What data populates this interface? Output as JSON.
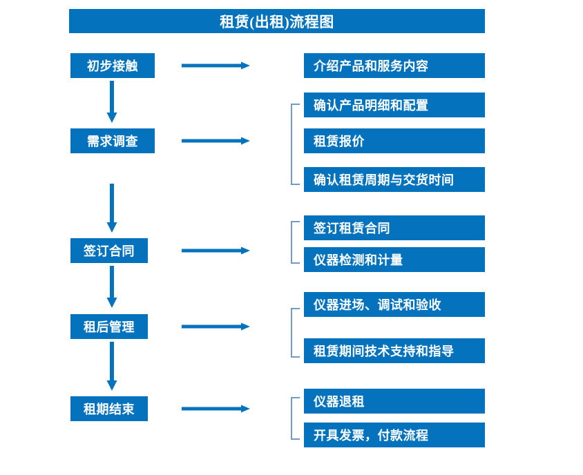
{
  "document": {
    "title": "租赁(出租)流程图",
    "type": "flowchart",
    "colors": {
      "box_fill": "#0572be",
      "box_text": "#ffffff",
      "arrow": "#0572be",
      "bracket": "#6f9bc6",
      "background": "#ffffff"
    }
  },
  "stages": [
    {
      "label": "初步接触"
    },
    {
      "label": "需求调查"
    },
    {
      "label": "签订合同"
    },
    {
      "label": "租后管理"
    },
    {
      "label": "租期结束"
    }
  ],
  "detail_groups": [
    {
      "stage": "初步接触",
      "bracketed": false,
      "items": [
        {
          "label": "介绍产品和服务内容"
        }
      ]
    },
    {
      "stage": "需求调查",
      "bracketed": true,
      "items": [
        {
          "label": "确认产品明细和配置"
        },
        {
          "label": "租赁报价"
        },
        {
          "label": "确认租赁周期与交货时间"
        }
      ]
    },
    {
      "stage": "签订合同",
      "bracketed": true,
      "items": [
        {
          "label": "签订租赁合同"
        },
        {
          "label": "仪器检测和计量"
        }
      ]
    },
    {
      "stage": "租后管理",
      "bracketed": true,
      "items": [
        {
          "label": "仪器进场、调试和验收"
        },
        {
          "label": "租赁期间技术支持和指导"
        }
      ]
    },
    {
      "stage": "租期结束",
      "bracketed": true,
      "items": [
        {
          "label": "仪器退租"
        },
        {
          "label": "开具发票，付款流程"
        }
      ]
    }
  ],
  "connectors": {
    "horizontal_arrow_count": 5,
    "vertical_arrow_count": 4,
    "icon": "arrow-right-icon",
    "vertical_icon": "arrow-down-icon"
  }
}
